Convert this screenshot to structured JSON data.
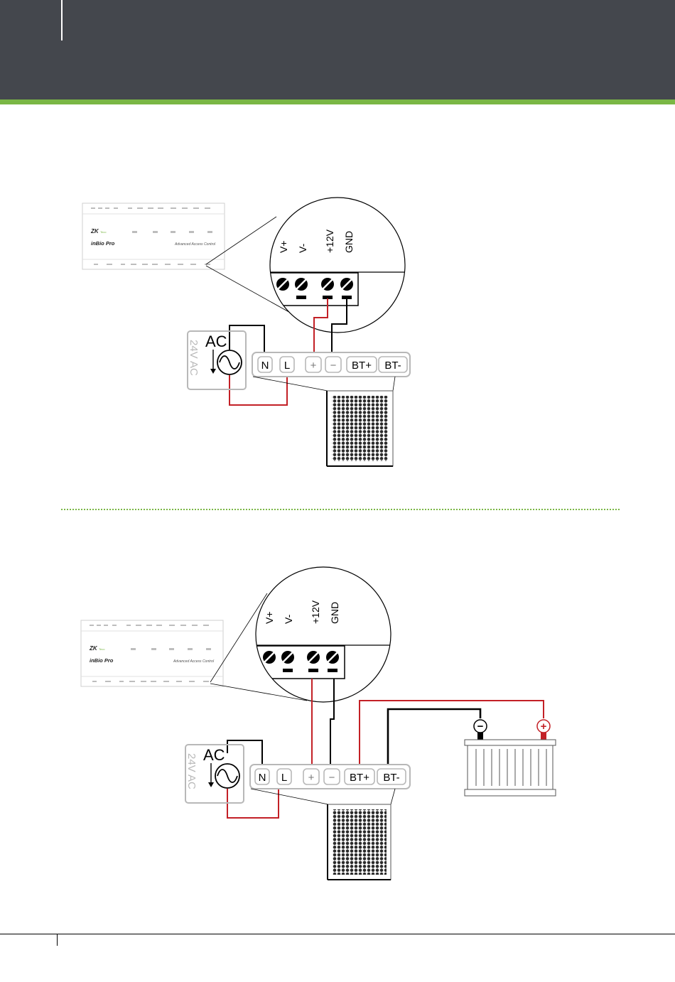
{
  "colors": {
    "header": "#44474d",
    "accent": "#7ab745",
    "wire_red": "#c32026",
    "wire_black": "#000000",
    "outline_gray": "#b8b8b8"
  },
  "device": {
    "brand": "ZK",
    "brand_suffix": "Teco",
    "model": "inBio Pro",
    "tagline": "Advanced Access Control"
  },
  "zoom_labels": [
    "V+",
    "V-",
    "+12V",
    "GND"
  ],
  "ac_source": {
    "label": "AC",
    "rating": "24V AC"
  },
  "psu_terminals": [
    "N",
    "L",
    "+",
    "−",
    "BT+",
    "BT-"
  ],
  "battery": {
    "neg": "−",
    "pos": "+"
  },
  "icons": [
    "ac-sine-icon",
    "arrow-down-icon",
    "screw-terminal-icon",
    "battery-icon",
    "psu-grille-icon"
  ]
}
